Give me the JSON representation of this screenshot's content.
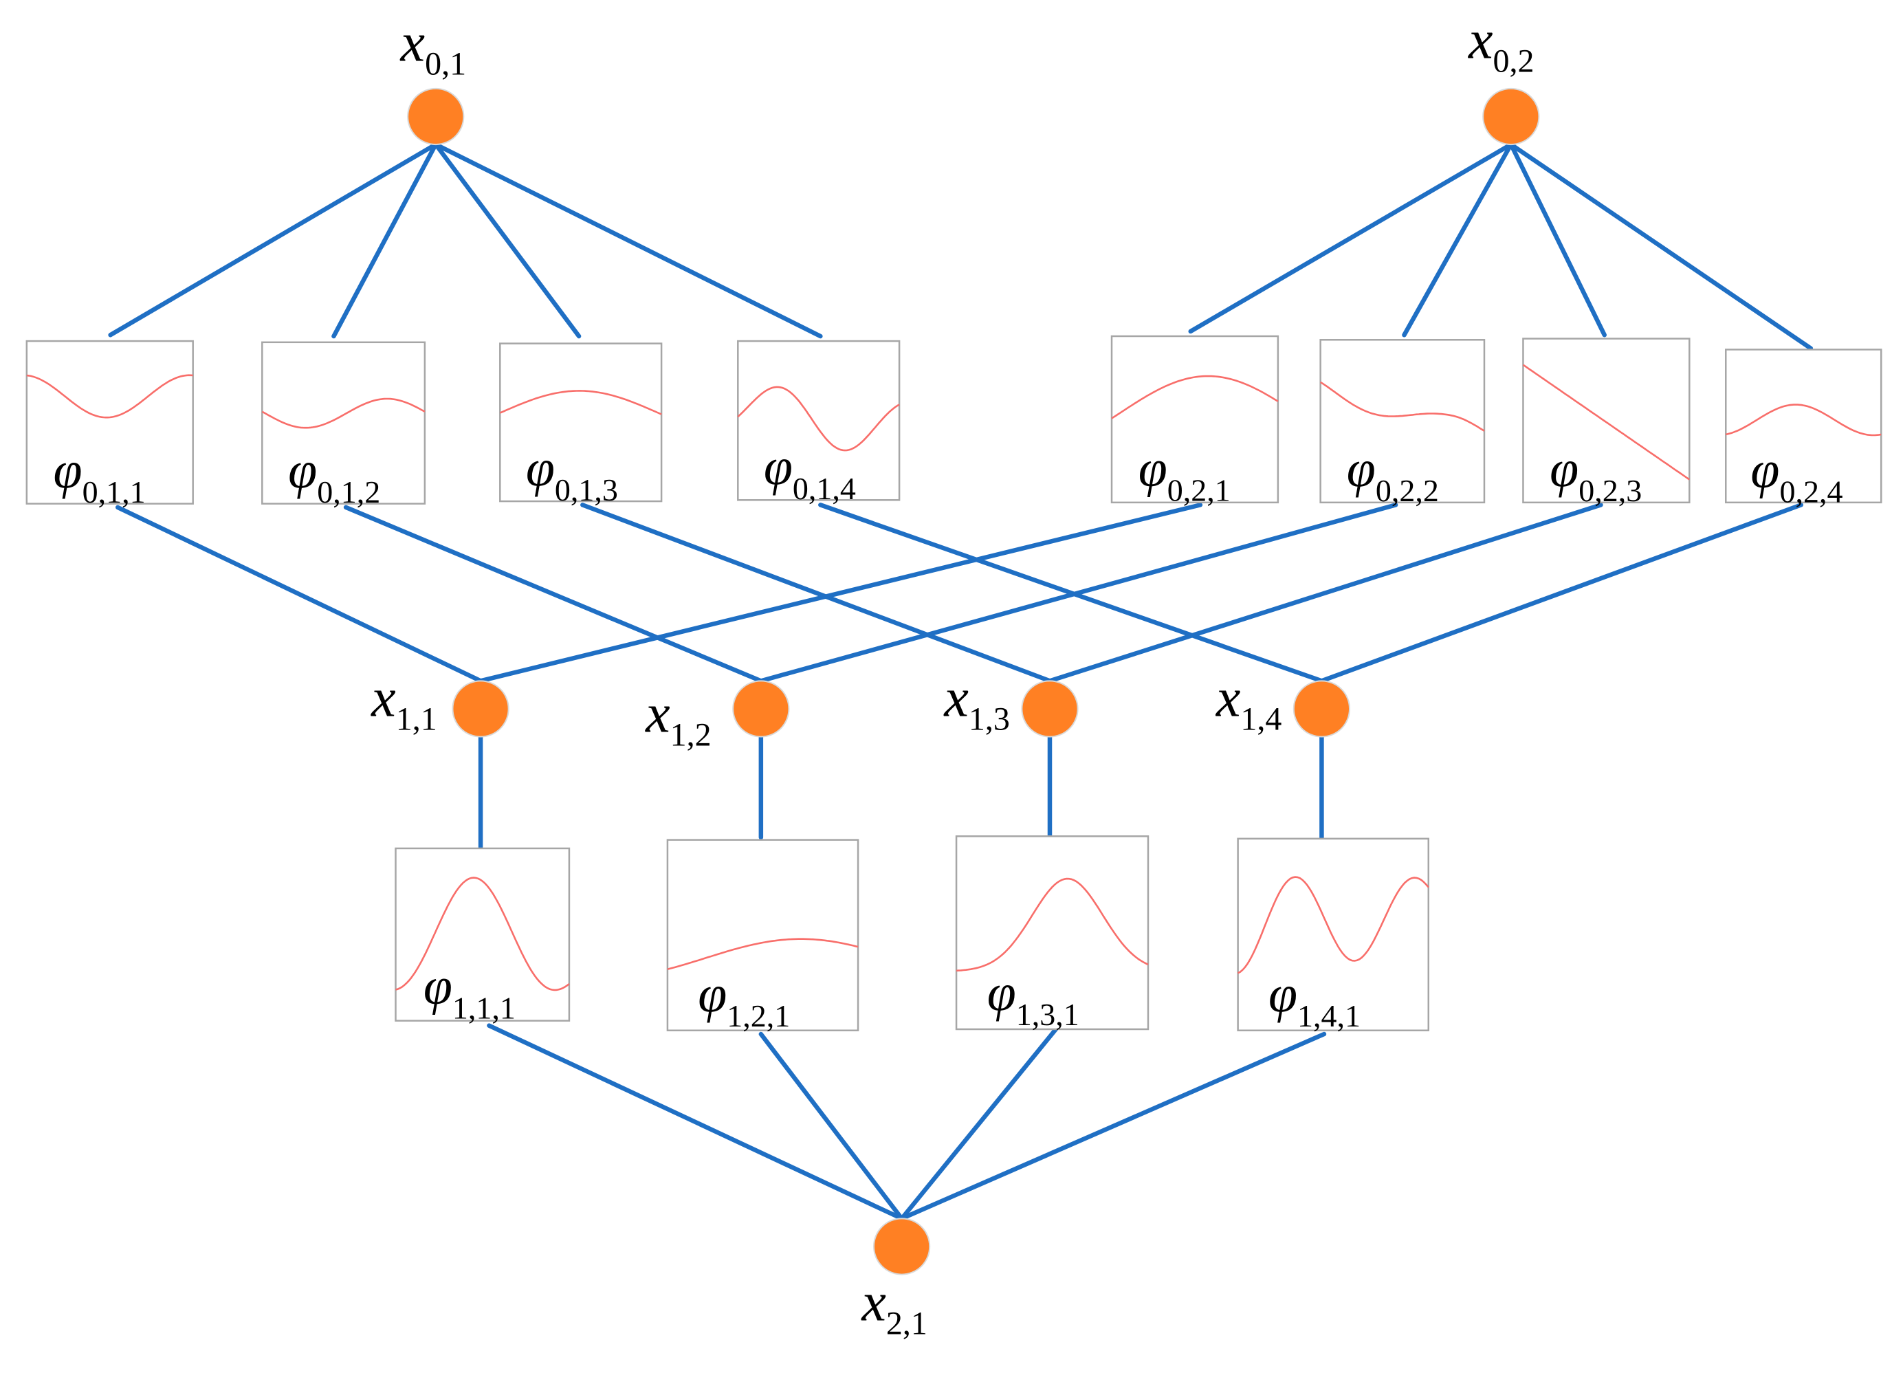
{
  "diagram": {
    "layers": [
      {
        "layer": 0,
        "nodes": [
          "x0,1",
          "x0,2"
        ]
      },
      {
        "layer": 1,
        "nodes": [
          "x1,1",
          "x1,2",
          "x1,3",
          "x1,4"
        ]
      },
      {
        "layer": 2,
        "nodes": [
          "x2,1"
        ]
      }
    ],
    "nodes": [
      {
        "id": "x0,1",
        "base": "x",
        "sub": "0,1"
      },
      {
        "id": "x0,2",
        "base": "x",
        "sub": "0,2"
      },
      {
        "id": "x1,1",
        "base": "x",
        "sub": "1,1"
      },
      {
        "id": "x1,2",
        "base": "x",
        "sub": "1,2"
      },
      {
        "id": "x1,3",
        "base": "x",
        "sub": "1,3"
      },
      {
        "id": "x1,4",
        "base": "x",
        "sub": "1,4"
      },
      {
        "id": "x2,1",
        "base": "x",
        "sub": "2,1"
      }
    ],
    "functions": [
      {
        "id": "phi0,1,1",
        "base": "φ",
        "sub": "0,1,1",
        "from": "x0,1",
        "to": "x1,1"
      },
      {
        "id": "phi0,1,2",
        "base": "φ",
        "sub": "0,1,2",
        "from": "x0,1",
        "to": "x1,2"
      },
      {
        "id": "phi0,1,3",
        "base": "φ",
        "sub": "0,1,3",
        "from": "x0,1",
        "to": "x1,3"
      },
      {
        "id": "phi0,1,4",
        "base": "φ",
        "sub": "0,1,4",
        "from": "x0,1",
        "to": "x1,4"
      },
      {
        "id": "phi0,2,1",
        "base": "φ",
        "sub": "0,2,1",
        "from": "x0,2",
        "to": "x1,1"
      },
      {
        "id": "phi0,2,2",
        "base": "φ",
        "sub": "0,2,2",
        "from": "x0,2",
        "to": "x1,2"
      },
      {
        "id": "phi0,2,3",
        "base": "φ",
        "sub": "0,2,3",
        "from": "x0,2",
        "to": "x1,3"
      },
      {
        "id": "phi0,2,4",
        "base": "φ",
        "sub": "0,2,4",
        "from": "x0,2",
        "to": "x1,4"
      },
      {
        "id": "phi1,1,1",
        "base": "φ",
        "sub": "1,1,1",
        "from": "x1,1",
        "to": "x2,1"
      },
      {
        "id": "phi1,2,1",
        "base": "φ",
        "sub": "1,2,1",
        "from": "x1,2",
        "to": "x2,1"
      },
      {
        "id": "phi1,3,1",
        "base": "φ",
        "sub": "1,3,1",
        "from": "x1,3",
        "to": "x2,1"
      },
      {
        "id": "phi1,4,1",
        "base": "φ",
        "sub": "1,4,1",
        "from": "x1,4",
        "to": "x2,1"
      }
    ],
    "colors": {
      "edge": "#1f6fc4",
      "node_fill": "#ff8023",
      "curve": "#f86e6a",
      "box_border": "#a6a6a6"
    }
  }
}
